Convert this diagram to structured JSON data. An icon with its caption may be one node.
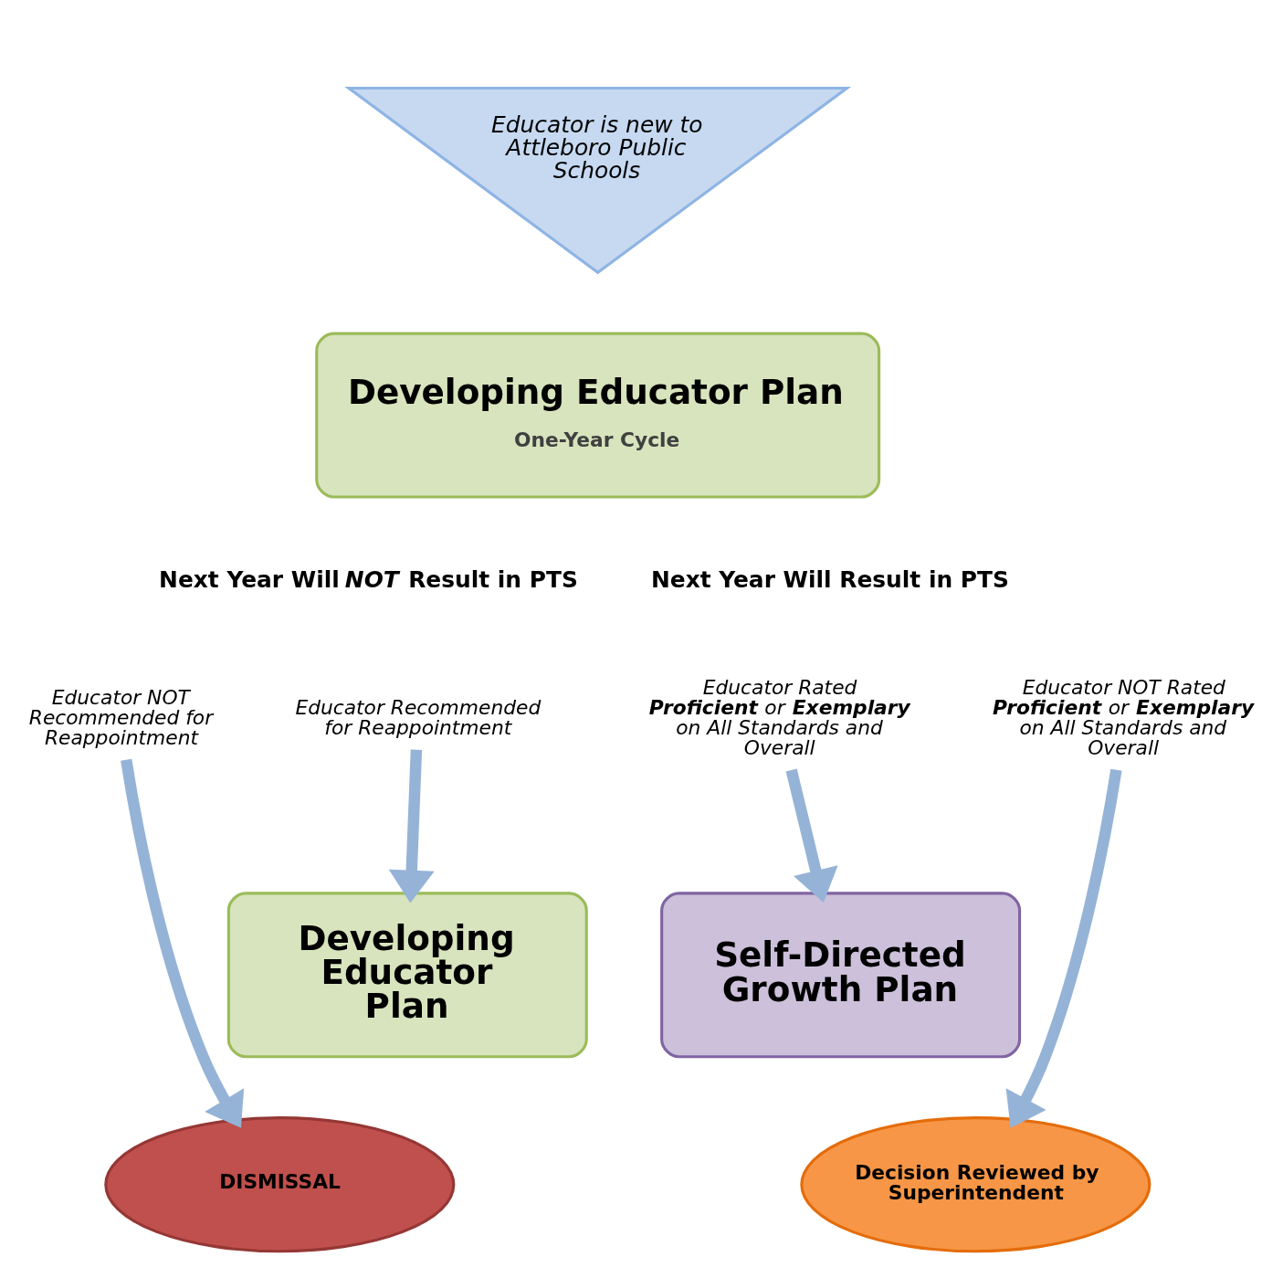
{
  "diagram": {
    "nodes": [
      {
        "text": [
          "Educator is new to Attleboro Public Schools"
        ]
      },
      {
        "text": [
          "Developing Educator Plan",
          "One-Year Cycle"
        ]
      },
      {
        "text": [
          "Educator NOT Recommended for Reappointment"
        ]
      },
      {
        "text": [
          "Educator Recommended for Reappointment"
        ]
      },
      {
        "text": [
          "Educator Rated **Proficient** or **Exemplary** on All Standards and Overall"
        ]
      },
      {
        "text": [
          "Educator NOT Rated **Proficient** or **Exemplary** on All Standards and Overall"
        ]
      },
      {
        "text": [
          "Developing Educator Plan"
        ]
      },
      {
        "text": [
          "Self-Directed Growth Plan"
        ]
      },
      {
        "text": [
          "DISMISSAL"
        ]
      },
      {
        "text": [
          "Decision Reviewed by Superintendent"
        ]
      }
    ],
    "edges": [
      {
        "from": 2,
        "to": 8,
        "arrow": "to"
      },
      {
        "from": 3,
        "to": 6,
        "arrow": "to"
      },
      {
        "from": 4,
        "to": 7,
        "arrow": "to"
      },
      {
        "from": 5,
        "to": 9,
        "arrow": "to"
      }
    ],
    "labels": [
      "Next Year Will *NOT* Result in PTS",
      "Next Year Will Result in PTS"
    ]
  }
}
